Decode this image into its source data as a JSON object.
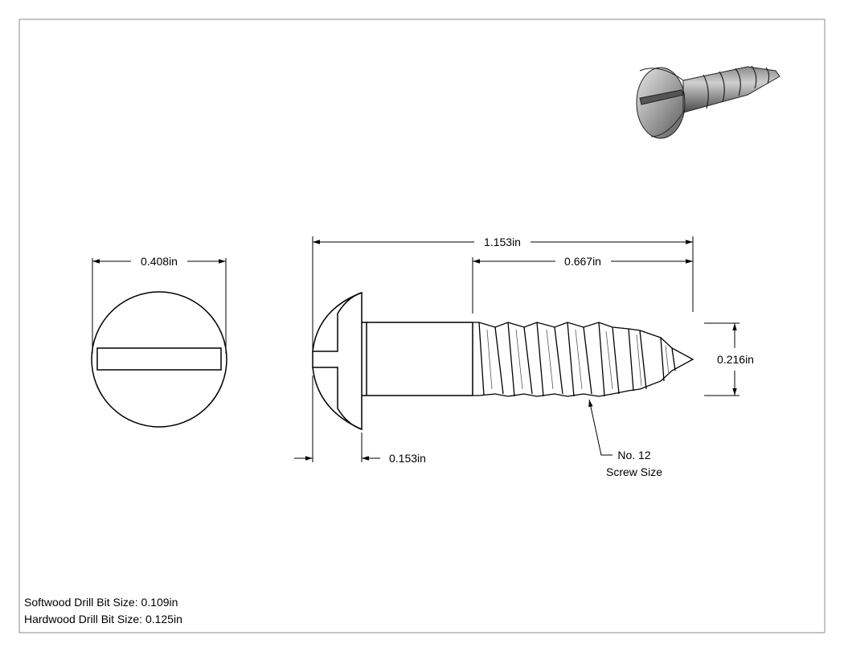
{
  "dimensions": {
    "head_diameter": "0.408in",
    "overall_length": "1.153in",
    "thread_length": "0.667in",
    "shank_diameter": "0.216in",
    "head_height": "0.153in"
  },
  "callout": {
    "line1": "No. 12",
    "line2": "Screw Size"
  },
  "notes": {
    "softwood": "Softwood Drill Bit Size: 0.109in",
    "hardwood": "Hardwood Drill Bit Size: 0.125in"
  },
  "colors": {
    "line": "#000000",
    "thread": "#555555",
    "frame": "#888888"
  }
}
